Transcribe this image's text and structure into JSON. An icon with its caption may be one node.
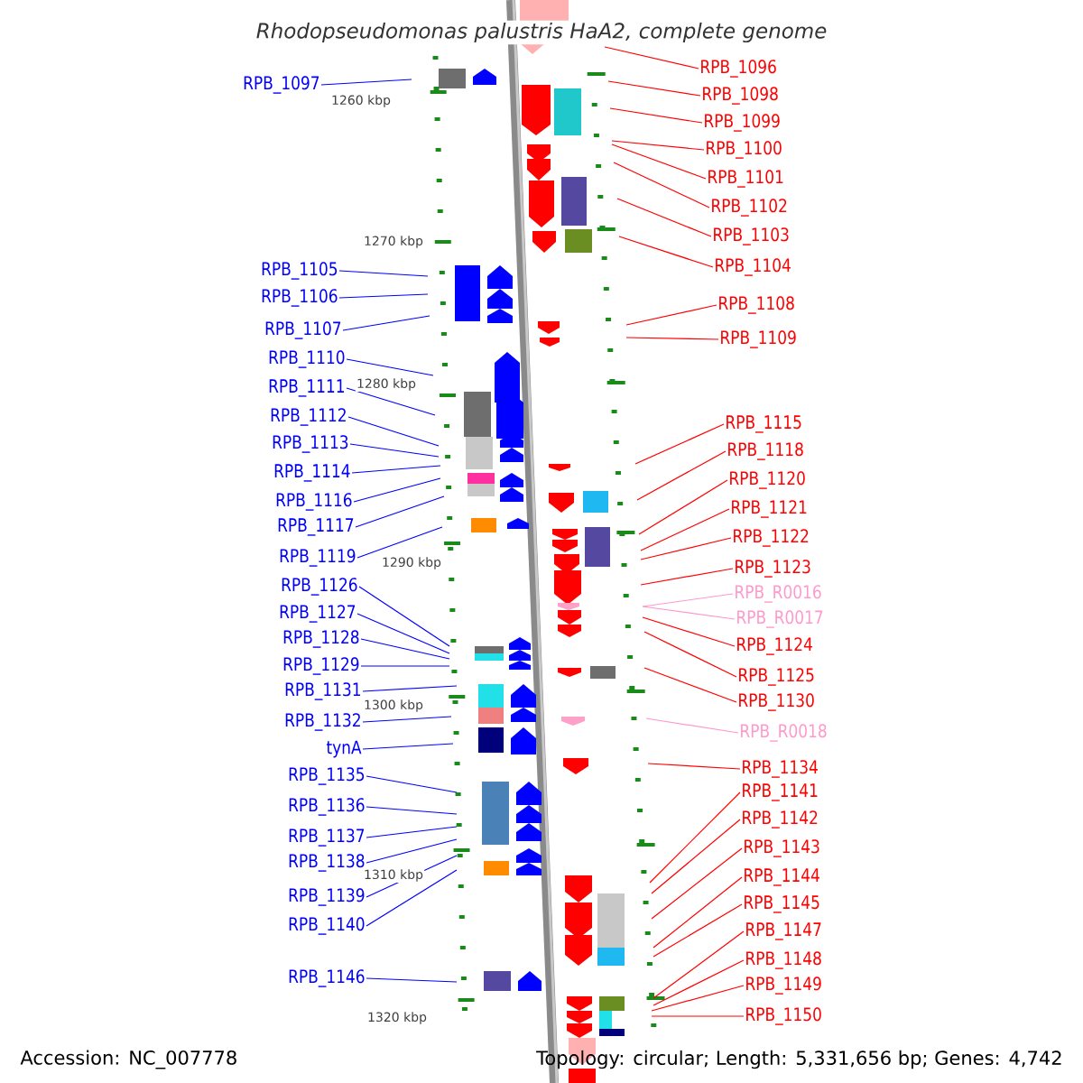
{
  "diagram": {
    "title": "Rhodopseudomonas palustris HaA2, complete genome",
    "nodes": [
      {
        "text": [
          "RPB_1097"
        ]
      },
      {
        "text": [
          "RPB_1105"
        ]
      },
      {
        "text": [
          "RPB_1106"
        ]
      },
      {
        "text": [
          "RPB_1107"
        ]
      },
      {
        "text": [
          "RPB_1110"
        ]
      },
      {
        "text": [
          "RPB_1111"
        ]
      },
      {
        "text": [
          "RPB_1112"
        ]
      },
      {
        "text": [
          "RPB_1113"
        ]
      },
      {
        "text": [
          "RPB_1114"
        ]
      },
      {
        "text": [
          "RPB_1116"
        ]
      },
      {
        "text": [
          "RPB_1117"
        ]
      },
      {
        "text": [
          "RPB_1119"
        ]
      },
      {
        "text": [
          "RPB_1126"
        ]
      },
      {
        "text": [
          "RPB_1127"
        ]
      },
      {
        "text": [
          "RPB_1128"
        ]
      },
      {
        "text": [
          "RPB_1129"
        ]
      },
      {
        "text": [
          "RPB_1131"
        ]
      },
      {
        "text": [
          "RPB_1132"
        ]
      },
      {
        "text": [
          "tynA"
        ]
      },
      {
        "text": [
          "RPB_1135"
        ]
      },
      {
        "text": [
          "RPB_1136"
        ]
      },
      {
        "text": [
          "RPB_1137"
        ]
      },
      {
        "text": [
          "RPB_1138"
        ]
      },
      {
        "text": [
          "RPB_1139"
        ]
      },
      {
        "text": [
          "RPB_1140"
        ]
      },
      {
        "text": [
          "RPB_1146"
        ]
      },
      {
        "text": [
          "RPB_1096"
        ]
      },
      {
        "text": [
          "RPB_1098"
        ]
      },
      {
        "text": [
          "RPB_1099"
        ]
      },
      {
        "text": [
          "RPB_1100"
        ]
      },
      {
        "text": [
          "RPB_1101"
        ]
      },
      {
        "text": [
          "RPB_1102"
        ]
      },
      {
        "text": [
          "RPB_1103"
        ]
      },
      {
        "text": [
          "RPB_1104"
        ]
      },
      {
        "text": [
          "RPB_1108"
        ]
      },
      {
        "text": [
          "RPB_1109"
        ]
      },
      {
        "text": [
          "RPB_1115"
        ]
      },
      {
        "text": [
          "RPB_1118"
        ]
      },
      {
        "text": [
          "RPB_1120"
        ]
      },
      {
        "text": [
          "RPB_1121"
        ]
      },
      {
        "text": [
          "RPB_1122"
        ]
      },
      {
        "text": [
          "RPB_1123"
        ]
      },
      {
        "text": [
          "RPB_R0016"
        ]
      },
      {
        "text": [
          "RPB_R0017"
        ]
      },
      {
        "text": [
          "RPB_1124"
        ]
      },
      {
        "text": [
          "RPB_1125"
        ]
      },
      {
        "text": [
          "RPB_1130"
        ]
      },
      {
        "text": [
          "RPB_R0018"
        ]
      },
      {
        "text": [
          "RPB_1134"
        ]
      },
      {
        "text": [
          "RPB_1141"
        ]
      },
      {
        "text": [
          "RPB_1142"
        ]
      },
      {
        "text": [
          "RPB_1143"
        ]
      },
      {
        "text": [
          "RPB_1144"
        ]
      },
      {
        "text": [
          "RPB_1145"
        ]
      },
      {
        "text": [
          "RPB_1147"
        ]
      },
      {
        "text": [
          "RPB_1148"
        ]
      },
      {
        "text": [
          "RPB_1149"
        ]
      },
      {
        "text": [
          "RPB_1150"
        ]
      }
    ],
    "edges": [
      {
        "from": 0,
        "to": null,
        "arrow": "none",
        "color": "#0000ff"
      },
      {
        "from": 1,
        "to": null,
        "arrow": "none",
        "color": "#0000ff"
      },
      {
        "from": 2,
        "to": null,
        "arrow": "none",
        "color": "#0000ff"
      },
      {
        "from": 3,
        "to": null,
        "arrow": "none",
        "color": "#0000ff"
      },
      {
        "from": 4,
        "to": null,
        "arrow": "none",
        "color": "#0000ff"
      },
      {
        "from": 5,
        "to": null,
        "arrow": "none",
        "color": "#0000ff"
      },
      {
        "from": 6,
        "to": null,
        "arrow": "none",
        "color": "#0000ff"
      },
      {
        "from": 7,
        "to": null,
        "arrow": "none",
        "color": "#0000ff"
      },
      {
        "from": 8,
        "to": null,
        "arrow": "none",
        "color": "#0000ff"
      },
      {
        "from": 9,
        "to": null,
        "arrow": "none",
        "color": "#0000ff"
      },
      {
        "from": 10,
        "to": null,
        "arrow": "none",
        "color": "#0000ff"
      },
      {
        "from": 11,
        "to": null,
        "arrow": "none",
        "color": "#0000ff"
      },
      {
        "from": 12,
        "to": null,
        "arrow": "none",
        "color": "#0000ff"
      },
      {
        "from": 13,
        "to": null,
        "arrow": "none",
        "color": "#0000ff"
      },
      {
        "from": 14,
        "to": null,
        "arrow": "none",
        "color": "#0000ff"
      },
      {
        "from": 15,
        "to": null,
        "arrow": "none",
        "color": "#0000ff"
      },
      {
        "from": 16,
        "to": null,
        "arrow": "none",
        "color": "#0000ff"
      },
      {
        "from": 17,
        "to": null,
        "arrow": "none",
        "color": "#0000ff"
      },
      {
        "from": 18,
        "to": null,
        "arrow": "none",
        "color": "#0000ff"
      },
      {
        "from": 19,
        "to": null,
        "arrow": "none",
        "color": "#0000ff"
      },
      {
        "from": 20,
        "to": null,
        "arrow": "none",
        "color": "#0000ff"
      },
      {
        "from": 21,
        "to": null,
        "arrow": "none",
        "color": "#0000ff"
      },
      {
        "from": 22,
        "to": null,
        "arrow": "none",
        "color": "#0000ff"
      },
      {
        "from": 23,
        "to": null,
        "arrow": "none",
        "color": "#0000ff"
      },
      {
        "from": 24,
        "to": null,
        "arrow": "none",
        "color": "#0000ff"
      },
      {
        "from": 25,
        "to": null,
        "arrow": "none",
        "color": "#0000ff"
      },
      {
        "from": 26,
        "to": null,
        "arrow": "none"
      },
      {
        "from": 27,
        "to": null,
        "arrow": "none"
      },
      {
        "from": 28,
        "to": null,
        "arrow": "none"
      },
      {
        "from": 29,
        "to": null,
        "arrow": "none"
      },
      {
        "from": 30,
        "to": null,
        "arrow": "none"
      },
      {
        "from": 31,
        "to": null,
        "arrow": "none"
      },
      {
        "from": 32,
        "to": null,
        "arrow": "none"
      },
      {
        "from": 33,
        "to": null,
        "arrow": "none"
      },
      {
        "from": 34,
        "to": null,
        "arrow": "none"
      },
      {
        "from": 35,
        "to": null,
        "arrow": "none"
      },
      {
        "from": 36,
        "to": null,
        "arrow": "none"
      },
      {
        "from": 37,
        "to": null,
        "arrow": "none"
      },
      {
        "from": 38,
        "to": null,
        "arrow": "none"
      },
      {
        "from": 39,
        "to": null,
        "arrow": "none"
      },
      {
        "from": 40,
        "to": null,
        "arrow": "none"
      },
      {
        "from": 41,
        "to": null,
        "arrow": "none"
      },
      {
        "from": 42,
        "to": null,
        "arrow": "none",
        "color": "#ff99cc"
      },
      {
        "from": 43,
        "to": null,
        "arrow": "none",
        "color": "#ff99cc"
      },
      {
        "from": 44,
        "to": null,
        "arrow": "none"
      },
      {
        "from": 45,
        "to": null,
        "arrow": "none"
      },
      {
        "from": 46,
        "to": null,
        "arrow": "none"
      },
      {
        "from": 47,
        "to": null,
        "arrow": "none",
        "color": "#ff99cc"
      },
      {
        "from": 48,
        "to": null,
        "arrow": "none"
      },
      {
        "from": 49,
        "to": null,
        "arrow": "none"
      },
      {
        "from": 50,
        "to": null,
        "arrow": "none"
      },
      {
        "from": 51,
        "to": null,
        "arrow": "none"
      },
      {
        "from": 52,
        "to": null,
        "arrow": "none"
      },
      {
        "from": 53,
        "to": null,
        "arrow": "none"
      },
      {
        "from": 54,
        "to": null,
        "arrow": "none"
      },
      {
        "from": 55,
        "to": null,
        "arrow": "none"
      },
      {
        "from": 56,
        "to": null,
        "arrow": "none"
      },
      {
        "from": 57,
        "to": null,
        "arrow": "none"
      }
    ],
    "labels": [
      "1260 kbp",
      "1270 kbp",
      "1280 kbp",
      "1290 kbp",
      "1300 kbp",
      "1310 kbp",
      "1320 kbp",
      "Accession: NC_007778",
      "Topology: circular; Length: 5,331,656 bp; Genes: 4,742"
    ]
  }
}
